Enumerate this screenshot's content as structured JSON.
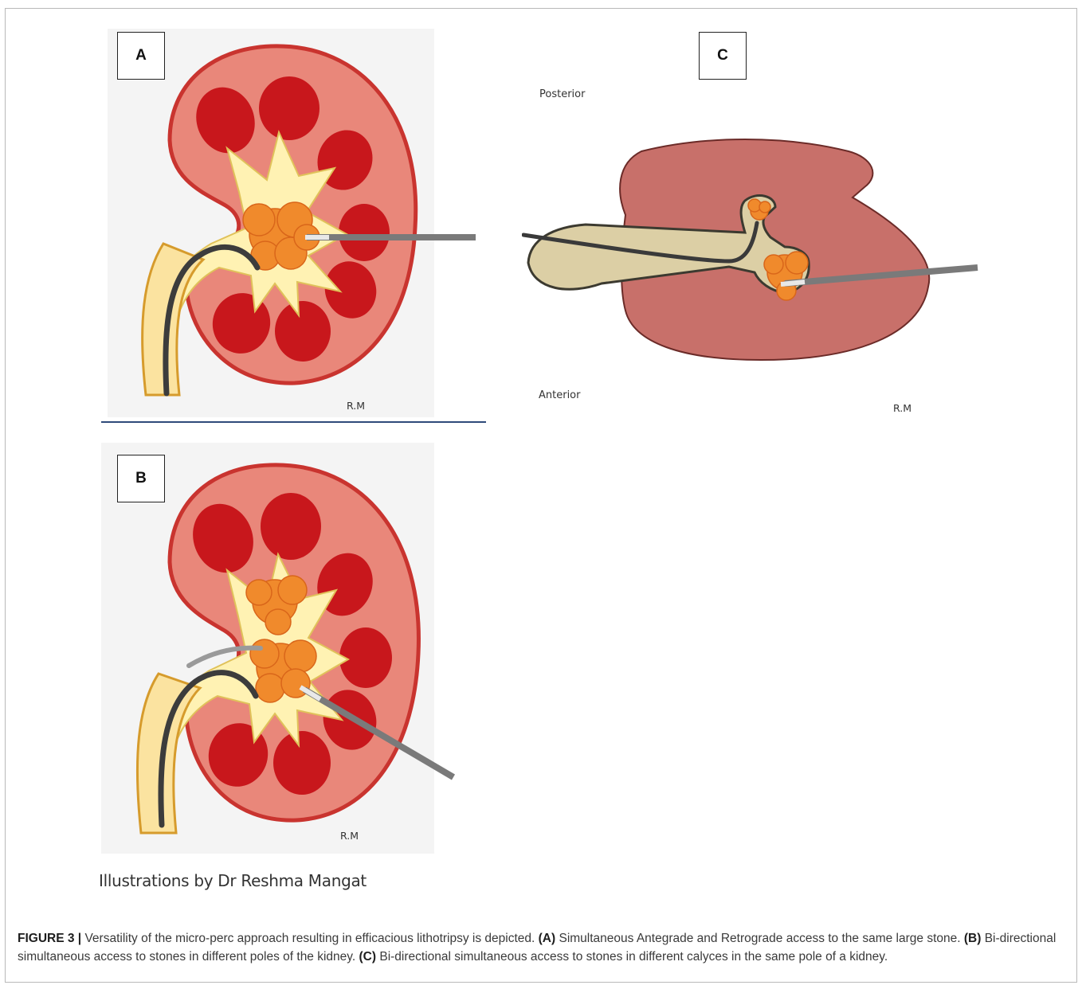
{
  "panels": {
    "a": {
      "label": "A",
      "signature": "R.M"
    },
    "b": {
      "label": "B",
      "signature": "R.M"
    },
    "c": {
      "label": "C",
      "signature": "R.M",
      "posterior": "Posterior",
      "anterior": "Anterior"
    }
  },
  "credit": "Illustrations by Dr Reshma Mangat",
  "caption": {
    "figure_label": "FIGURE 3 |",
    "intro": " Versatility of the micro-perc approach resulting in efficacious lithotripsy is depicted. ",
    "a_label": "(A)",
    "a_text": " Simultaneous Antegrade and Retrograde access to the same large stone. ",
    "b_label": "(B)",
    "b_text": " Bi-directional simultaneous access to stones in different poles of the kidney. ",
    "c_label": "(C)",
    "c_text": " Bi-directional simultaneous access to stones in different calyces in the same pole of a kidney."
  },
  "colors": {
    "cortex": "#e9877a",
    "cortex_edge": "#c9342f",
    "pyramid": "#c8171c",
    "collecting_system": "#fff2b3",
    "stone": "#f08a2c",
    "scope": "#6f6f6f",
    "kidney_section": "#c8706a",
    "pelvis": "#dccfa5"
  }
}
